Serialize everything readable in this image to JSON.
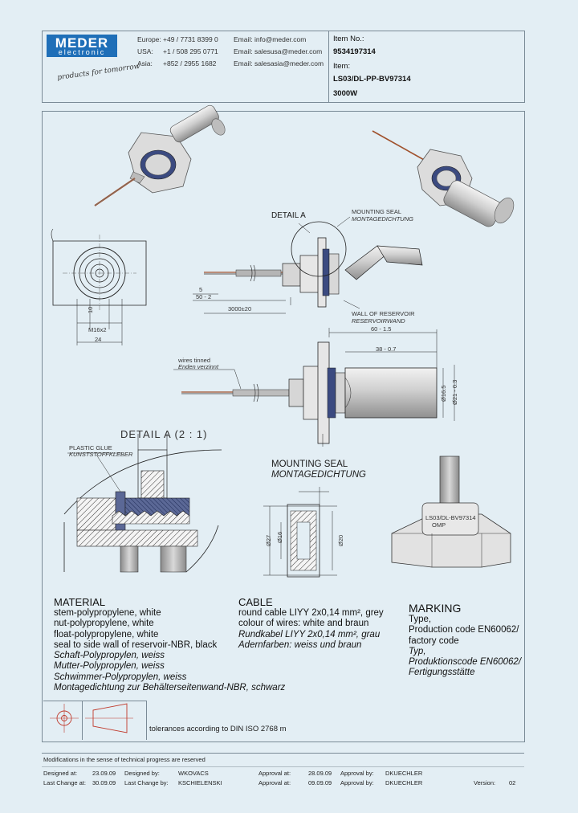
{
  "header": {
    "logo_line1": "MEDER",
    "logo_line2": "electronic",
    "slogan": "products for tomorrow",
    "contacts": [
      {
        "region": "Europe:",
        "phone": "+49 / 7731 8399 0",
        "email": "Email: info@meder.com"
      },
      {
        "region": "USA:",
        "phone": "+1 / 508 295 0771",
        "email": "Email: salesusa@meder.com"
      },
      {
        "region": "Asia:",
        "phone": "+852 / 2955 1682",
        "email": "Email: salesasia@meder.com"
      }
    ],
    "item_no_label": "Item No.:",
    "item_no": "9534197314",
    "item_label": "Item:",
    "item": "LS03/DL-PP-BV97314",
    "item_extra": "3000W"
  },
  "drawing": {
    "detail_a_label": "DETAIL A",
    "detail_a_scale": "DETAIL A (2 : 1)",
    "mounting_seal_callout": "MOUNTING SEAL",
    "mounting_seal_callout_de": "MONTAGEDICHTUNG",
    "wall_callout": "WALL OF RESERVOIR",
    "wall_callout_de": "RESERVOIRWAND",
    "plastic_glue": "PLASTIC GLUE",
    "plastic_glue_de": "KUNSTSTOFFKLEBER",
    "wires_label": "wires tinned",
    "wires_label_de": "Enden verzinnt",
    "dim_thread": "M16x2",
    "dim_10": "10",
    "dim_24": "24",
    "dim_5": "5",
    "dim_50": "50 - 2",
    "dim_3000": "3000±20",
    "dim_60": "60 - 1.5",
    "dim_38": "38 - 0.7",
    "dim_165": "Ø16.5",
    "dim_215": "Ø21 - 0.3",
    "seal_dim_27": "Ø27",
    "seal_dim_16": "Ø16",
    "seal_dim_20": "Ø20",
    "marking_type": "LS03/DL-BV97314",
    "marking_code": "OMP",
    "tolerances": "tolerances according to DIN ISO 2768 m"
  },
  "sections": {
    "mounting_seal_title": "MOUNTING SEAL",
    "mounting_seal_title_de": "MONTAGEDICHTUNG",
    "material_title": "MATERIAL",
    "material_lines": [
      "stem-polypropylene, white",
      "nut-polypropylene, white",
      "float-polypropylene, white",
      "seal to side wall of reservoir-NBR, black"
    ],
    "material_lines_de": [
      "Schaft-Polypropylen, weiss",
      "Mutter-Polypropylen, weiss",
      "Schwimmer-Polypropylen, weiss",
      "Montagedichtung zur Behälterseitenwand-NBR, schwarz"
    ],
    "cable_title": "CABLE",
    "cable_lines": [
      "round cable LIYY 2x0,14 mm², grey",
      "colour of wires: white and braun"
    ],
    "cable_lines_de": [
      "Rundkabel LIYY 2x0,14 mm², grau",
      "Adernfarben: weiss und braun"
    ],
    "marking_title": "MARKING",
    "marking_lines": [
      "Type,",
      "Production code EN60062/",
      "factory code"
    ],
    "marking_lines_de": [
      "Typ,",
      "Produktionscode EN60062/",
      "Fertigungsstätte"
    ]
  },
  "footer": {
    "note": "Modifications in the sense of technical progress are reserved",
    "designed_at_label": "Designed at:",
    "designed_at": "23.09.09",
    "designed_by_label": "Designed by:",
    "designed_by": "WKOVACS",
    "approval_at_label": "Approval at:",
    "approval_at": "28.09.09",
    "approval_by_label": "Approval by:",
    "approval_by": "DKUECHLER",
    "last_change_at_label": "Last Change at:",
    "last_change_at": "30.09.09",
    "last_change_by_label": "Last Change by:",
    "last_change_by": "KSCHIELENSKI",
    "last_approval_at_label": "Approval at:",
    "last_approval_at": "09.09.09",
    "last_approval_by_label": "Approval by:",
    "last_approval_by": "DKUECHLER",
    "version_label": "Version:",
    "version": "02"
  },
  "colors": {
    "background": "#e3eef4",
    "logo_blue": "#1f6fb8",
    "line": "#222222",
    "seal_blue": "#3b4a80"
  }
}
